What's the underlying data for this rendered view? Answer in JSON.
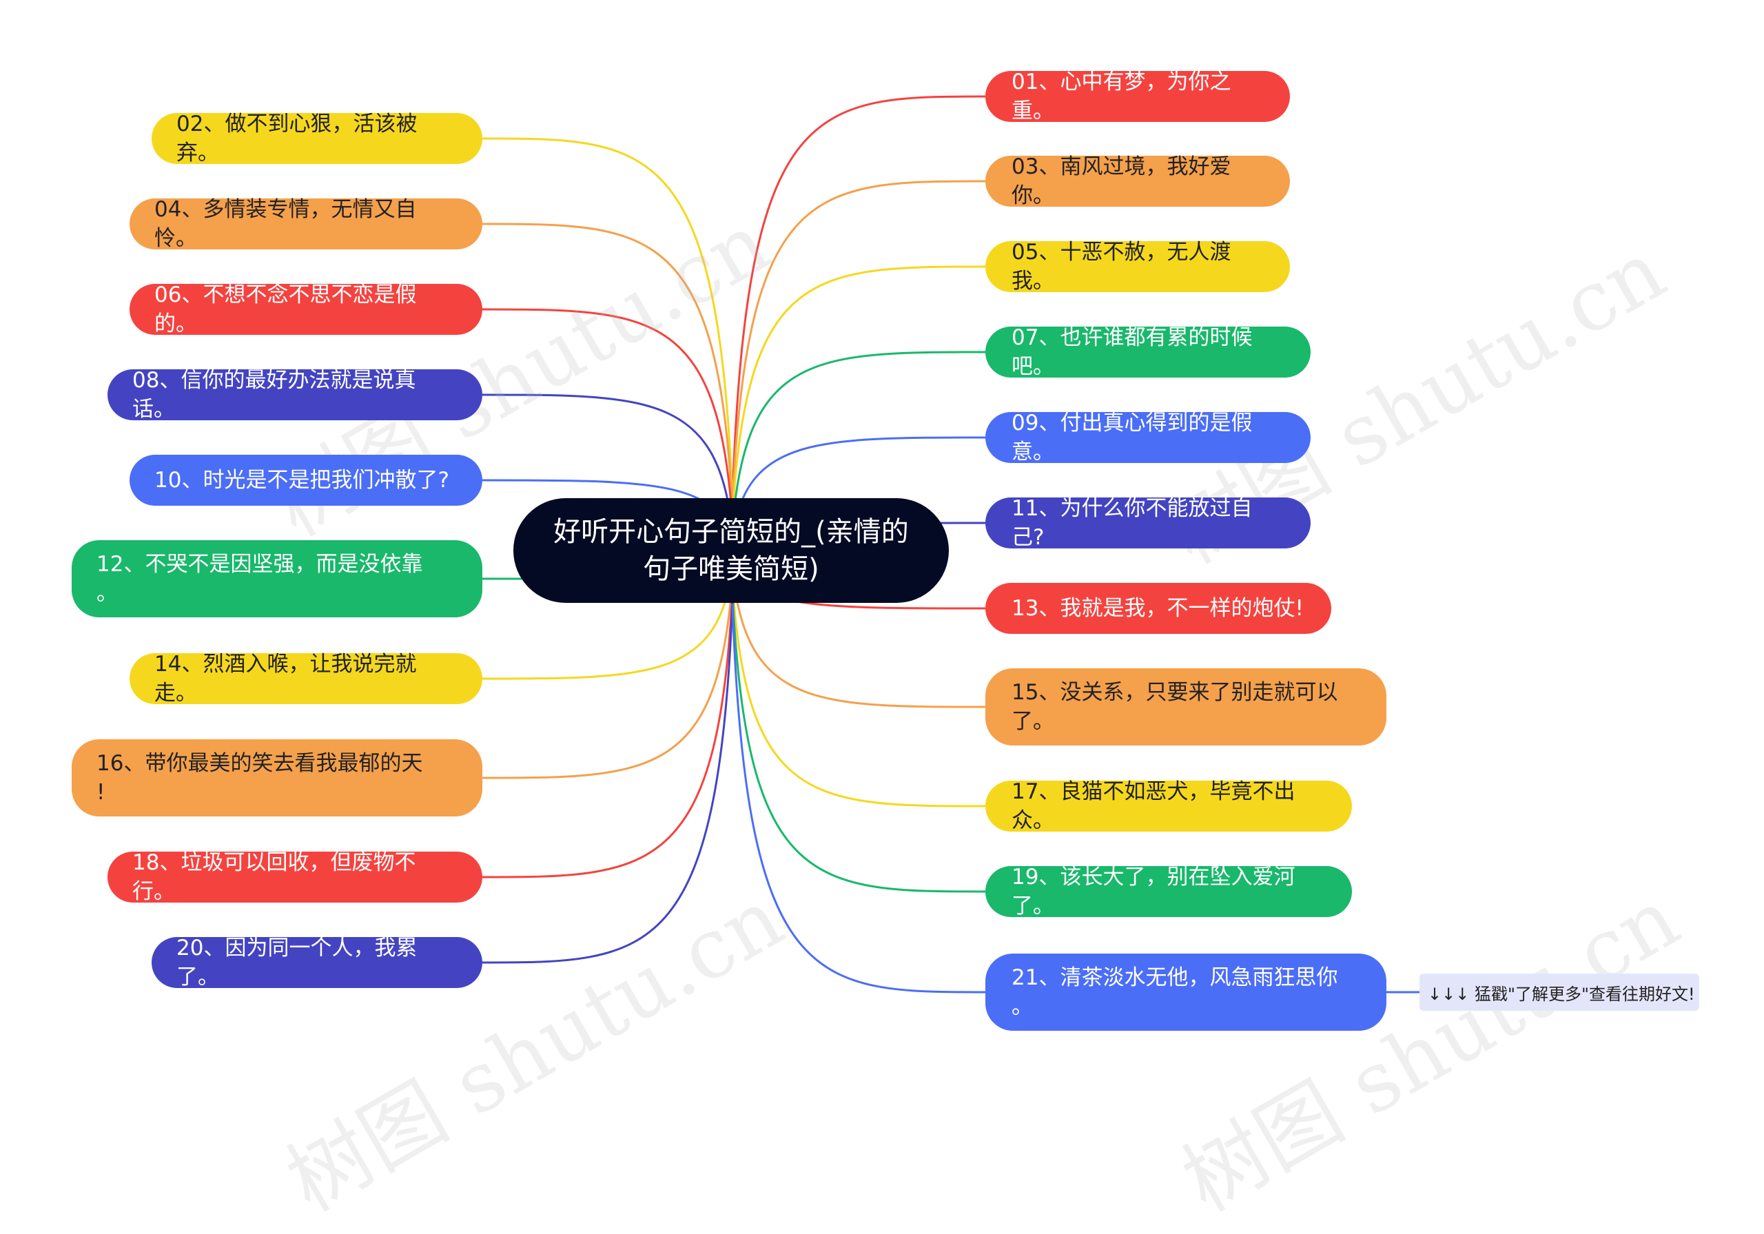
{
  "root": {
    "label": "好听开心句子简短的_(亲情的句子唯美简短)"
  },
  "colors": {
    "red": "#f4433f",
    "orange": "#f5a04b",
    "yellow": "#f5d81e",
    "green": "#19b86b",
    "blue": "#4b6ef7",
    "indigo": "#4444c2",
    "root_bg": "#050a24"
  },
  "nodes": [
    {
      "id": "n01",
      "label": "01、心中有梦，为你之重。",
      "color": "red"
    },
    {
      "id": "n02",
      "label": "02、做不到心狠，活该被弃。",
      "color": "yellow"
    },
    {
      "id": "n03",
      "label": "03、南风过境，我好爱你。",
      "color": "orange"
    },
    {
      "id": "n04",
      "label": "04、多情装专情，无情又自怜。",
      "color": "orange"
    },
    {
      "id": "n05",
      "label": "05、十恶不赦，无人渡我。",
      "color": "yellow"
    },
    {
      "id": "n06",
      "label": "06、不想不念不思不恋是假的。",
      "color": "red"
    },
    {
      "id": "n07",
      "label": "07、也许谁都有累的时候吧。",
      "color": "green"
    },
    {
      "id": "n08",
      "label": "08、信你的最好办法就是说真话。",
      "color": "indigo"
    },
    {
      "id": "n09",
      "label": "09、付出真心得到的是假意。",
      "color": "blue"
    },
    {
      "id": "n10",
      "label": "10、时光是不是把我们冲散了?",
      "color": "blue"
    },
    {
      "id": "n11",
      "label": "11、为什么你不能放过自己?",
      "color": "indigo"
    },
    {
      "id": "n12",
      "label": "12、不哭不是因坚强，而是没依靠\n。",
      "color": "green"
    },
    {
      "id": "n13",
      "label": "13、我就是我，不一样的炮仗!",
      "color": "red"
    },
    {
      "id": "n14",
      "label": "14、烈酒入喉，让我说完就走。",
      "color": "yellow"
    },
    {
      "id": "n15",
      "label": "15、没关系，只要来了别走就可以\n了。",
      "color": "orange"
    },
    {
      "id": "n16",
      "label": "16、带你最美的笑去看我最郁的天\n!",
      "color": "orange"
    },
    {
      "id": "n17",
      "label": "17、良猫不如恶犬，毕竟不出众。",
      "color": "yellow"
    },
    {
      "id": "n18",
      "label": "18、垃圾可以回收，但废物不行。",
      "color": "red"
    },
    {
      "id": "n19",
      "label": "19、该长大了，别在坠入爱河了。",
      "color": "green"
    },
    {
      "id": "n20",
      "label": "20、因为同一个人，我累了。",
      "color": "indigo"
    },
    {
      "id": "n21",
      "label": "21、清茶淡水无他，风急雨狂思你\n。",
      "color": "blue"
    }
  ],
  "note": {
    "label": "↓↓↓ 猛戳\"了解更多\"查看往期好文!"
  },
  "watermark": {
    "text": "树图 shutu.cn"
  }
}
